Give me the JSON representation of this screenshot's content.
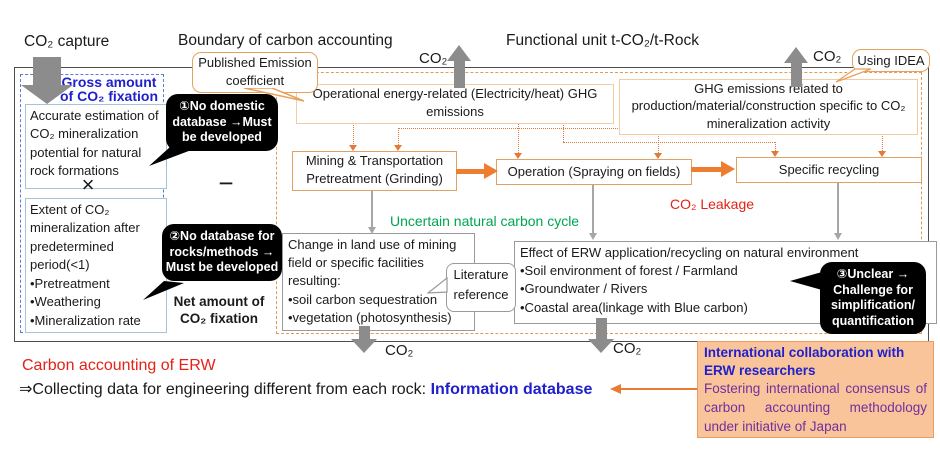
{
  "colors": {
    "accent_orange": "#ED7D31",
    "box_border_orange": "#E0A165",
    "light_peach_border": "#F2CDA4",
    "dashed_connector_orange": "#E07B39",
    "boundary_gray": "#4d4d4d",
    "block_arrow_gray": "#8C8C8C",
    "blue_text": "#2020CC",
    "red_text": "#E42217",
    "green_text": "#00A550",
    "purple_text": "#7030A0",
    "intl_box_fill": "#F9C499",
    "black_bubble": "#000000"
  },
  "header": {
    "co2_capture": "CO₂ capture",
    "boundary_title": "Boundary of carbon accounting",
    "functional_unit": "Functional unit  t-CO₂/t-Rock",
    "co2_top_left": "CO₂",
    "co2_top_right": "CO₂",
    "co2_bottom_left": "CO₂",
    "co2_bottom_right": "CO₂"
  },
  "left_column": {
    "gross_label_lines": [
      "Gross amount",
      "of CO₂ fixation"
    ],
    "box1_text": "Accurate estimation of CO₂ mineralization potential for natural rock formations",
    "multiply_sign": "×",
    "box2_text": "Extent of CO₂ mineralization after predetermined period(<1)",
    "box2_bullets": [
      "•Pretreatment",
      "•Weathering",
      "•Mineralization rate"
    ],
    "minus_sign": "−",
    "net_label_lines": [
      "Net amount of",
      "CO₂ fixation"
    ]
  },
  "callouts": {
    "published_emission_lines": [
      "Published Emission",
      "coefficient"
    ],
    "using_idea": "Using IDEA",
    "literature_lines": [
      "Literature",
      "reference"
    ],
    "note1_lines": [
      "①No domestic",
      "database →Must",
      "be developed"
    ],
    "note2_lines": [
      "②No database for",
      "rocks/methods →",
      "Must be developed"
    ],
    "note3_lines": [
      "③Unclear →",
      "Challenge for",
      "simplification/",
      "quantification"
    ]
  },
  "flow": {
    "operational_box": "Operational energy-related (Electricity/heat) GHG emissions",
    "ghg_box": "GHG emissions related to production/material/construction specific to CO₂ mineralization activity",
    "mining_box": "Mining & Transportation Pretreatment (Grinding)",
    "operation_box": "Operation (Spraying on fields)",
    "recycling_box": "Specific recycling",
    "uncertain_label": "Uncertain natural carbon cycle",
    "leakage_label": "CO₂ Leakage",
    "change_box_text": "Change in land use of mining field or specific facilities resulting:",
    "change_box_bullets": [
      "•soil carbon sequestration",
      "•vegetation (photosynthesis)"
    ],
    "effect_box_text": "Effect of ERW application/recycling on natural environment",
    "effect_box_bullets": [
      "•Soil environment of forest / Farmland",
      "•Groundwater / Rivers",
      "•Coastal area(linkage with Blue carbon)"
    ]
  },
  "footer": {
    "title": "Carbon accounting of ERW",
    "collect_prefix": "⇒Collecting data for engineering different from each rock: ",
    "collect_highlight": "Information database",
    "intl_bold": "International collaboration with ERW researchers",
    "intl_body": "Fostering international consensus of carbon accounting methodology under initiative of Japan"
  }
}
